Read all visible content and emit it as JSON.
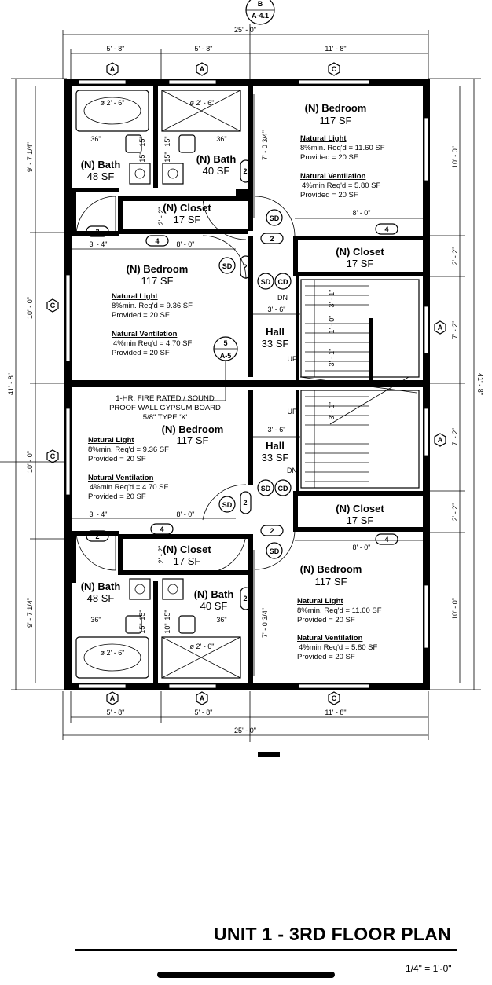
{
  "title": "UNIT 1 - 3RD FLOOR PLAN",
  "scale": "1/4\" = 1'-0\"",
  "section_ref": {
    "top": "B",
    "bottom": "A-4.1"
  },
  "detail_ref": {
    "top": "5",
    "bottom": "A-5"
  },
  "grid_tags": {
    "a": "A",
    "c": "C"
  },
  "dims": {
    "overall_width": "25' - 0\"",
    "bath_width": "5' - 8\"",
    "bedroom_width": "11' - 8\"",
    "overall_depth": "41' - 8\"",
    "bath_depth": "9' - 7 1/4\"",
    "bedroom_depth": "10' - 0\"",
    "stair_depth": "7' - 2\"",
    "closet_depth": "2' - 2\"",
    "closet_width": "8' - 0\"",
    "door_width": "3' - 4\"",
    "hall_width": "3' - 6\"",
    "bath_door": "7' - 0 3/4\"",
    "stair_run": "3' - 1\"",
    "stair_gap": "1' - 0\"",
    "vanity_36": "36\"",
    "vanity_15": "15\"",
    "vanity_10": "10\"",
    "tub": "ø 2' - 6\""
  },
  "rooms": {
    "bedroom": "(N) Bedroom",
    "bath": "(N) Bath",
    "closet": "(N) Closet",
    "hall": "Hall",
    "sf_117": "117 SF",
    "sf_48": "48 SF",
    "sf_40": "40 SF",
    "sf_17": "17 SF",
    "sf_33": "33 SF"
  },
  "notes": {
    "light_head": "Natural Light",
    "vent_head": "Natural Ventilation",
    "light_large": "8%min. Req'd = 11.60 SF",
    "light_small_a": "8%min. Req'd = 9.36 SF",
    "light_small_b": "8%min. Req'd = 9.36 SF",
    "vent_large": "4%min Req'd = 5.80 SF",
    "vent_small": "4%min Req'd = 4.70 SF",
    "provided": "Provided = 20 SF",
    "wall_note_1": "1-HR. FIRE RATED / SOUND",
    "wall_note_2": "PROOF WALL GYPSUM BOARD",
    "wall_note_3": "5/8\" TYPE 'X'"
  },
  "door_tags": {
    "two": "2",
    "four": "4"
  },
  "devices": {
    "smoke": "SD",
    "co": "CD"
  },
  "stairs": {
    "up": "UP",
    "down": "DN"
  }
}
